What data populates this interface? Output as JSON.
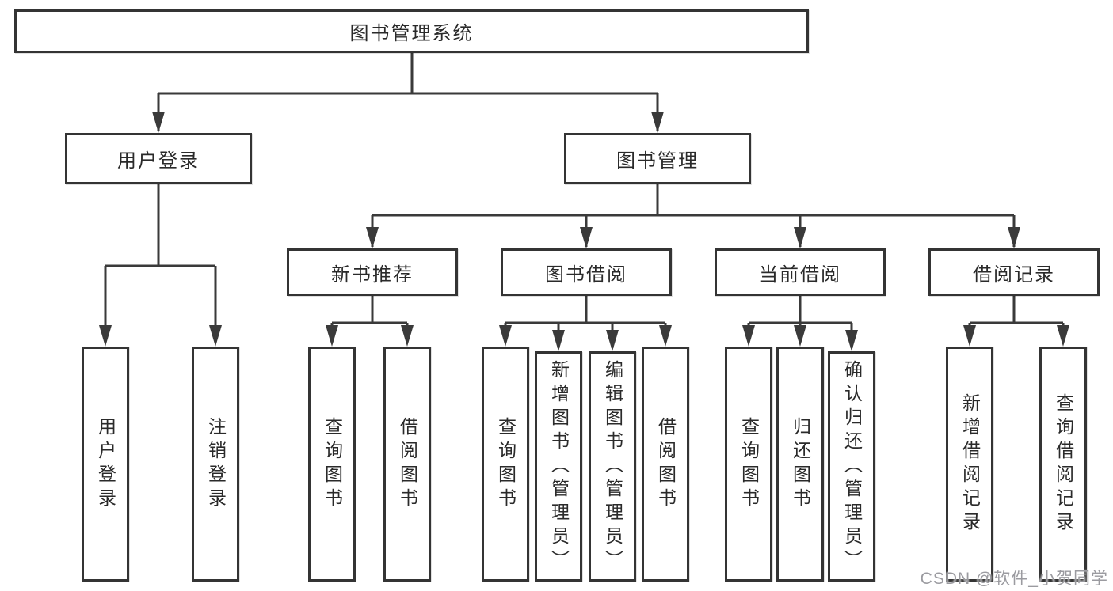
{
  "colors": {
    "line": "#3a3a3a",
    "text": "#2a2a2a",
    "watermark": "#9b9ba0"
  },
  "watermark": "CSDN @软件_小贺同学",
  "tree": {
    "label": "图书管理系统",
    "children": [
      {
        "label": "用户登录",
        "children": [
          {
            "label": "用户登录"
          },
          {
            "label": "注销登录"
          }
        ]
      },
      {
        "label": "图书管理",
        "children": [
          {
            "label": "新书推荐",
            "children": [
              {
                "label": "查询图书"
              },
              {
                "label": "借阅图书"
              }
            ]
          },
          {
            "label": "图书借阅",
            "children": [
              {
                "label": "查询图书"
              },
              {
                "label": "新增图书（管理员）"
              },
              {
                "label": "编辑图书（管理员）"
              },
              {
                "label": "借阅图书"
              }
            ]
          },
          {
            "label": "当前借阅",
            "children": [
              {
                "label": "查询图书"
              },
              {
                "label": "归还图书"
              },
              {
                "label": "确认归还（管理员）"
              }
            ]
          },
          {
            "label": "借阅记录",
            "children": [
              {
                "label": "新增借阅记录"
              },
              {
                "label": "查询借阅记录"
              }
            ]
          }
        ]
      }
    ]
  }
}
